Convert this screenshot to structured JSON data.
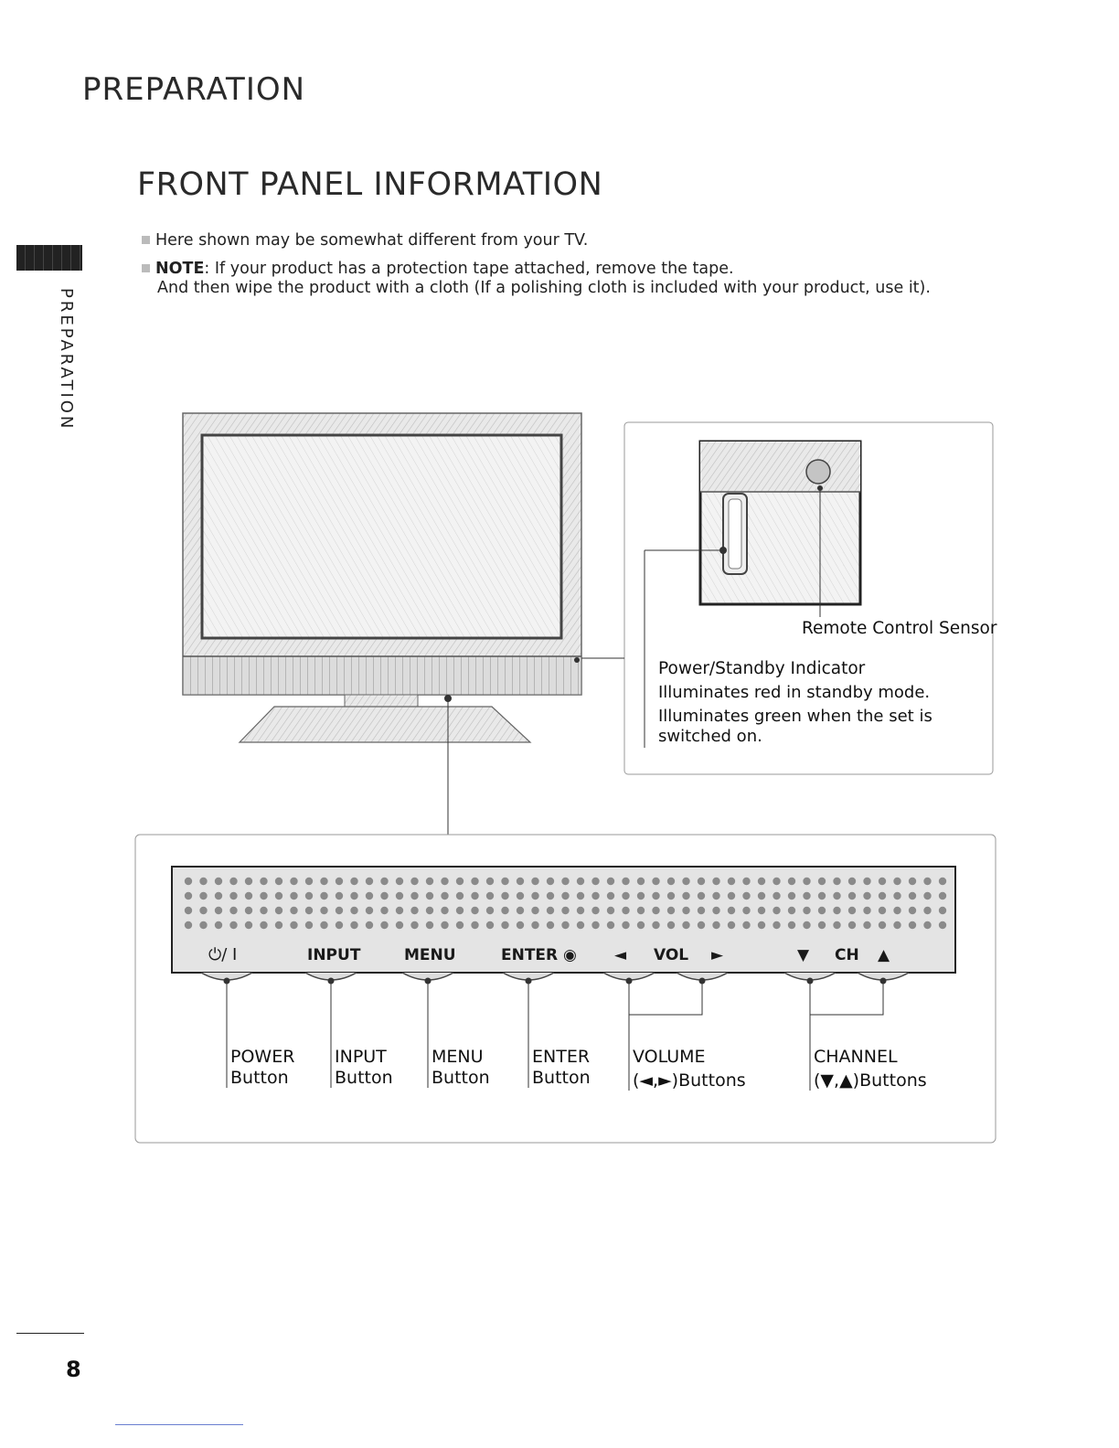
{
  "header": {
    "section": "PREPARATION",
    "title": "FRONT PANEL INFORMATION"
  },
  "sidebar": {
    "tab_label": "PREPARATION"
  },
  "notes": {
    "line1": "Here shown may be somewhat different from your TV.",
    "note_label": "NOTE",
    "note_text": ": If your product has a protection tape attached, remove the tape.",
    "note_text2": "And then wipe the product with a cloth (If a polishing cloth is included with your product, use it)."
  },
  "callouts": {
    "remote_sensor": "Remote Control Sensor",
    "power_indicator_title": "Power/Standby Indicator",
    "power_indicator_line1": "Illuminates red in standby mode.",
    "power_indicator_line2": "Illuminates green when the set is",
    "power_indicator_line3": "switched on."
  },
  "panel": {
    "power_symbol": "⏻/ I",
    "input": "INPUT",
    "menu": "MENU",
    "enter": "ENTER ◉",
    "vol_left": "◄",
    "vol": "VOL",
    "vol_right": "►",
    "ch_down": "▼",
    "ch": "CH",
    "ch_up": "▲"
  },
  "buttons": [
    {
      "title": "POWER",
      "sub": "Button"
    },
    {
      "title": "INPUT",
      "sub": "Button"
    },
    {
      "title": "MENU",
      "sub": "Button"
    },
    {
      "title": "ENTER",
      "sub": "Button"
    },
    {
      "title": "VOLUME",
      "sub": "(◄,►)Buttons"
    },
    {
      "title": "CHANNEL",
      "sub": "(▼,▲)Buttons"
    }
  ],
  "footer": {
    "page_number": "8"
  }
}
